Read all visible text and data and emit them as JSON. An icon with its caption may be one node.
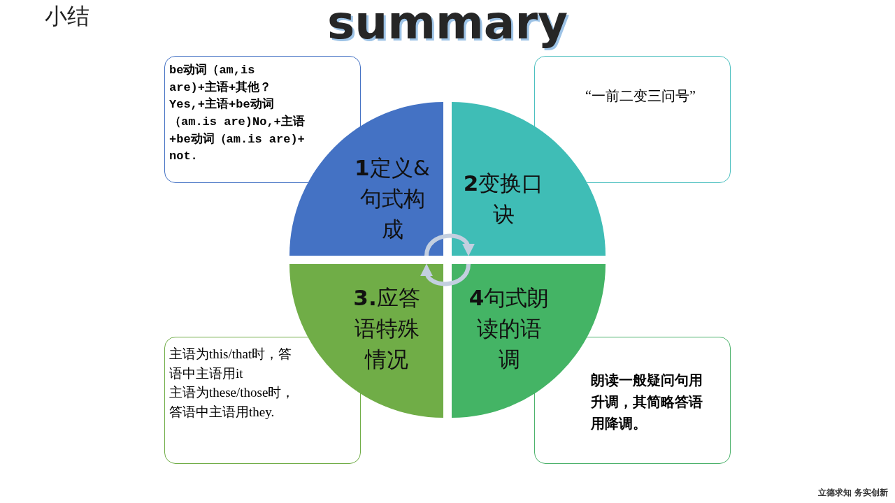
{
  "diagram": {
    "title": "summary",
    "nodes": [
      {
        "text": [
          "be动词（am,is are)+主语+其他？Yes,+主语+be动词（am.is are)No,+主语+be动词（am.is are)+ **not**."
        ]
      },
      {
        "text": [
          "“一前二变三问号”"
        ]
      },
      {
        "text": [
          "**1**定义&句式构成"
        ]
      },
      {
        "text": [
          "**2**变换口诀"
        ]
      },
      {
        "text": [
          "**3.**应答语特殊情况"
        ]
      },
      {
        "text": [
          "**4**句式朗读的语调"
        ]
      },
      {
        "text": [
          "主语为this/that时，答语中主语用it",
          "主语为these/those时，答语中主语用they."
        ]
      },
      {
        "text": [
          "朗读一般疑问句用升调，其简略答语用降调。"
        ]
      }
    ],
    "edges": [
      {
        "from": 2,
        "to": 3,
        "arrow": "to"
      },
      {
        "from": 5,
        "to": 4,
        "arrow": "to"
      }
    ],
    "labels": [
      "小结",
      "立德求知 务实创新"
    ]
  }
}
